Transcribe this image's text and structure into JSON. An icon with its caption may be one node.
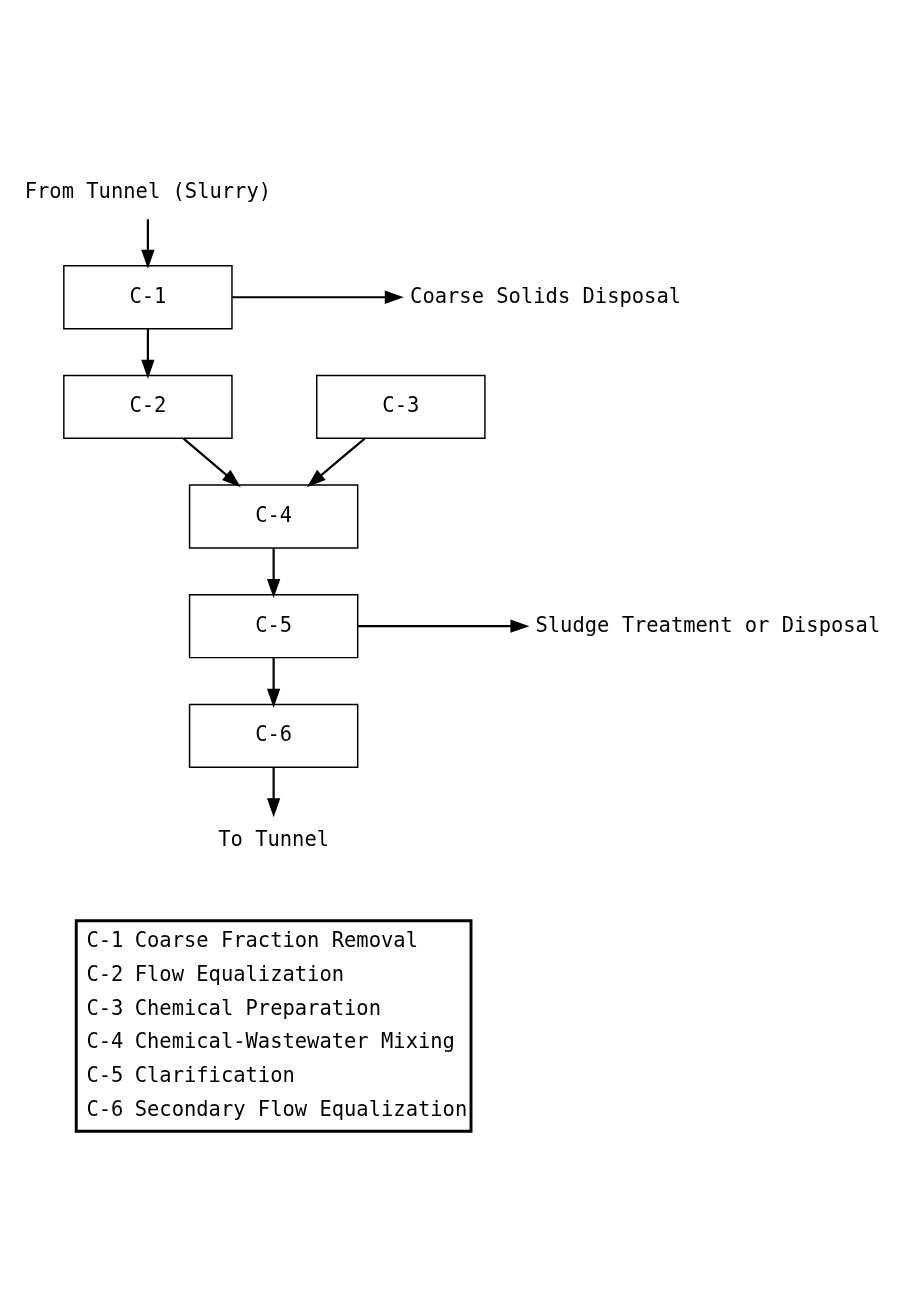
{
  "diagram": {
    "nodes": [
      {
        "text": [
          "From Tunnel (Slurry)"
        ]
      },
      {
        "text": [
          "C-1"
        ]
      },
      {
        "text": [
          "Coarse Solids Disposal"
        ]
      },
      {
        "text": [
          "C-2"
        ]
      },
      {
        "text": [
          "C-3"
        ]
      },
      {
        "text": [
          "C-4"
        ]
      },
      {
        "text": [
          "C-5"
        ]
      },
      {
        "text": [
          "Sludge Treatment or Disposal"
        ]
      },
      {
        "text": [
          "C-6"
        ]
      },
      {
        "text": [
          "To Tunnel"
        ]
      }
    ],
    "edges": [
      {
        "from": 0,
        "to": 1,
        "arrow": "to"
      },
      {
        "from": 1,
        "to": 2,
        "arrow": "to"
      },
      {
        "from": 1,
        "to": 3,
        "arrow": "to"
      },
      {
        "from": 3,
        "to": 5,
        "arrow": "to"
      },
      {
        "from": 4,
        "to": 5,
        "arrow": "to"
      },
      {
        "from": 5,
        "to": 6,
        "arrow": "to"
      },
      {
        "from": 6,
        "to": 7,
        "arrow": "to"
      },
      {
        "from": 6,
        "to": 8,
        "arrow": "to"
      },
      {
        "from": 8,
        "to": 9,
        "arrow": "to"
      }
    ],
    "labels": [
      "C-1",
      "Coarse Fraction Removal",
      "C-2",
      "Flow Equalization",
      "C-3",
      "Chemical Preparation",
      "C-4",
      "Chemical-Wastewater Mixing",
      "C-5",
      "Clarification",
      "C-6",
      "Secondary Flow Equalization"
    ]
  }
}
